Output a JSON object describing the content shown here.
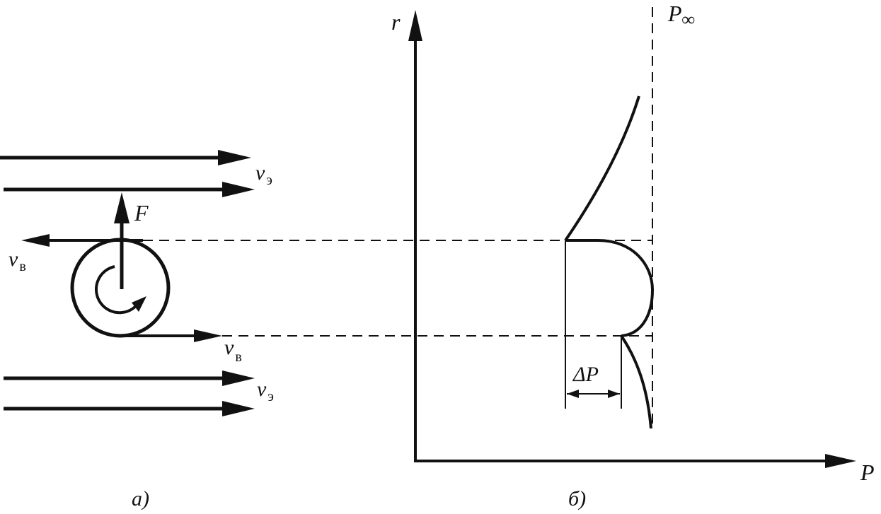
{
  "colors": {
    "ink": "#111111",
    "background": "#ffffff"
  },
  "part_a": {
    "caption": "а)",
    "force_label": "F",
    "flow_top": {
      "symbol": "v",
      "subscript": "э"
    },
    "flow_bottom": {
      "symbol": "v",
      "subscript": "э"
    },
    "wall_velocity_top": {
      "symbol": "v",
      "subscript": "в"
    },
    "wall_velocity_bottom": {
      "symbol": "v",
      "subscript": "в"
    },
    "icons": [
      "cylinder-icon",
      "rotation-arrow-icon",
      "force-arrow-icon"
    ]
  },
  "part_b": {
    "caption": "б)",
    "axis_y_label": "r",
    "axis_x_label": "P",
    "asymptote_label": {
      "symbol": "P",
      "subscript": "∞"
    },
    "delta_label": "ΔP"
  }
}
